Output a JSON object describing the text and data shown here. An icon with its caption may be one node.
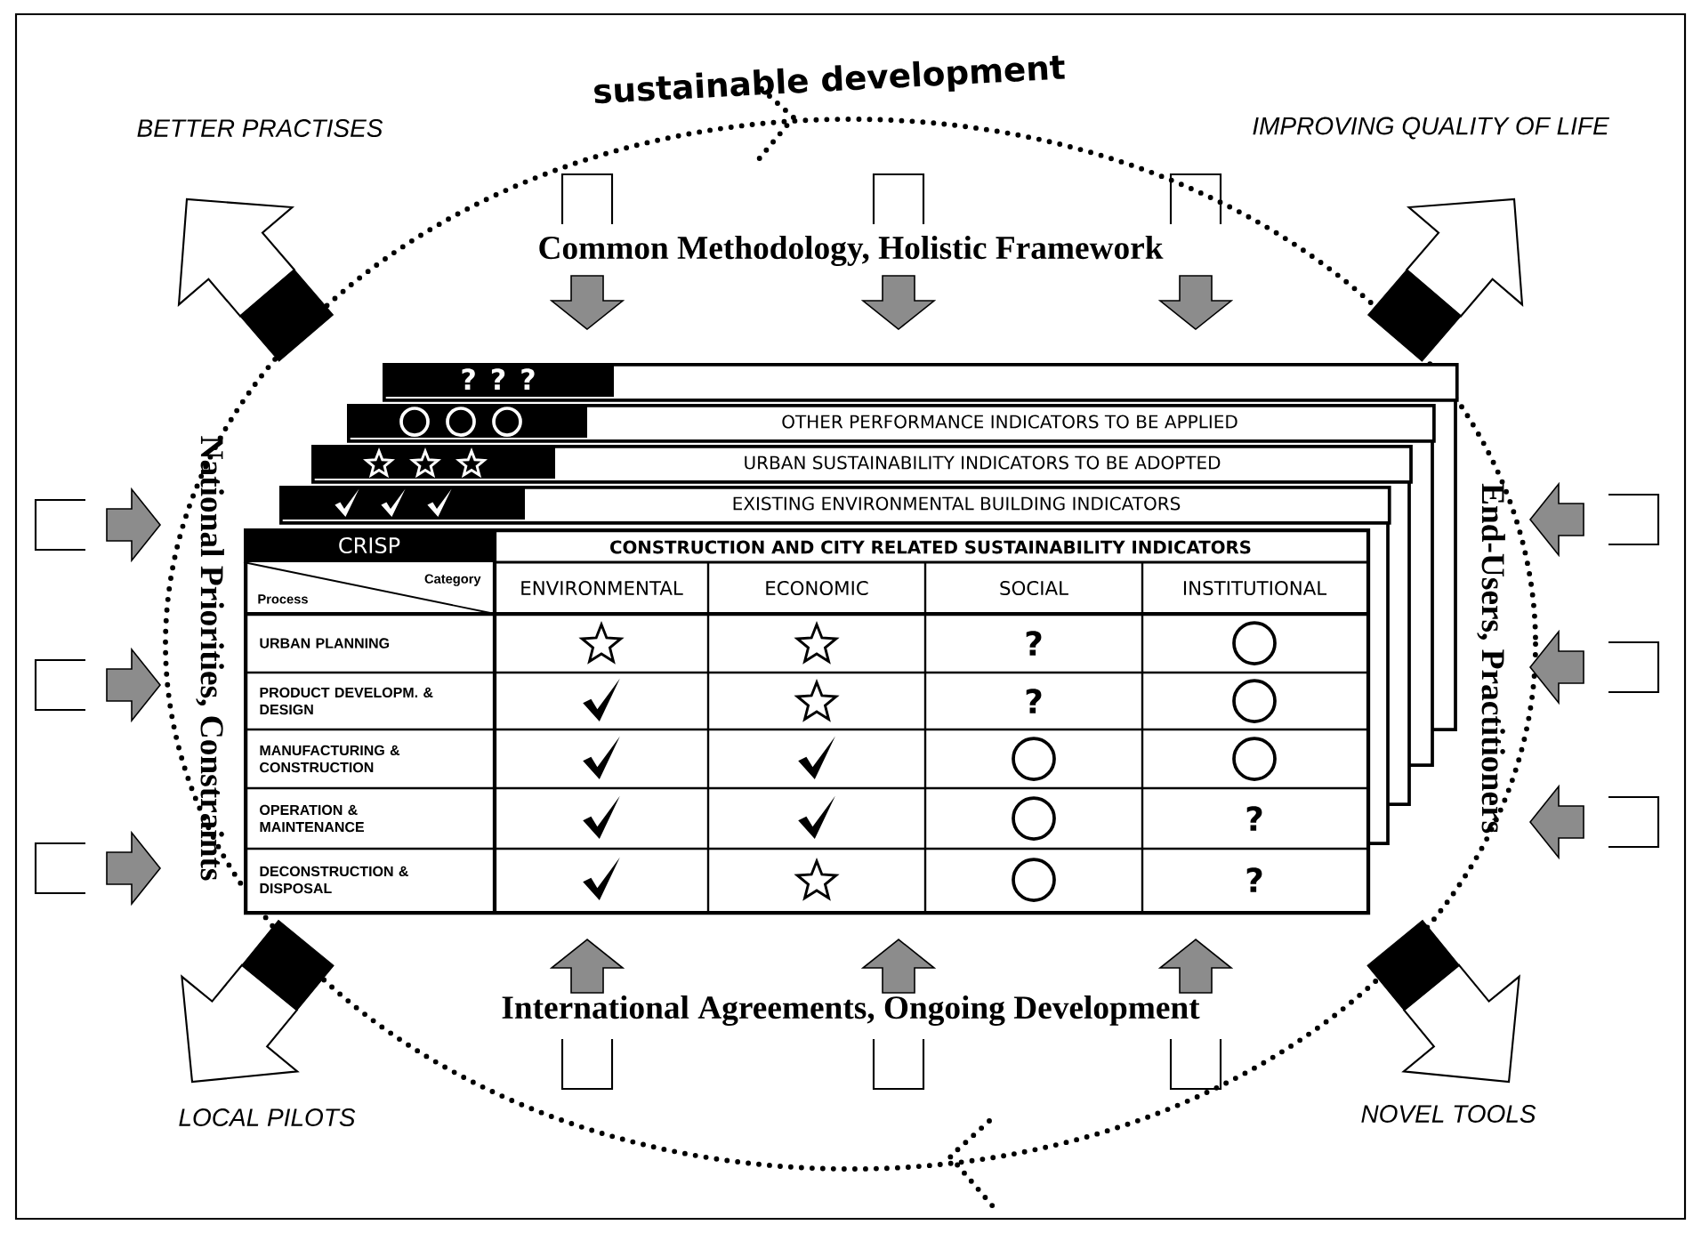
{
  "diagram": {
    "nodes": [
      {
        "text": [
          "? ? ?"
        ]
      },
      {
        "text": [
          "OTHER PERFORMANCE INDICATORS TO BE APPLIED"
        ]
      },
      {
        "text": [
          "URBAN SUSTAINABILITY INDICATORS TO BE ADOPTED"
        ]
      },
      {
        "text": [
          "EXISTING ENVIRONMENTAL BUILDING INDICATORS"
        ]
      },
      {
        "text": [
          "CRISP",
          "CONSTRUCTION AND CITY RELATED SUSTAINABILITY INDICATORS"
        ]
      }
    ],
    "labels": [
      "sustainable development",
      "BETTER PRACTISES",
      "IMPROVING QUALITY OF LIFE",
      "Common Methodology, Holistic Framework",
      "National Priorities, Constraints",
      "End-Users, Practitioners",
      "Category",
      "Process",
      "ENVIRONMENTAL",
      "ECONOMIC",
      "SOCIAL",
      "INSTITUTIONAL",
      "URBAN PLANNING",
      "PRODUCT DEVELOPM. & DESIGN",
      "MANUFACTURING & CONSTRUCTION",
      "OPERATION & MAINTENANCE",
      "DECONSTRUCTION & DISPOSAL",
      "?",
      "?",
      "?",
      "?",
      "International Agreements, Ongoing Development",
      "LOCAL PILOTS",
      "NOVEL TOOLS"
    ]
  }
}
